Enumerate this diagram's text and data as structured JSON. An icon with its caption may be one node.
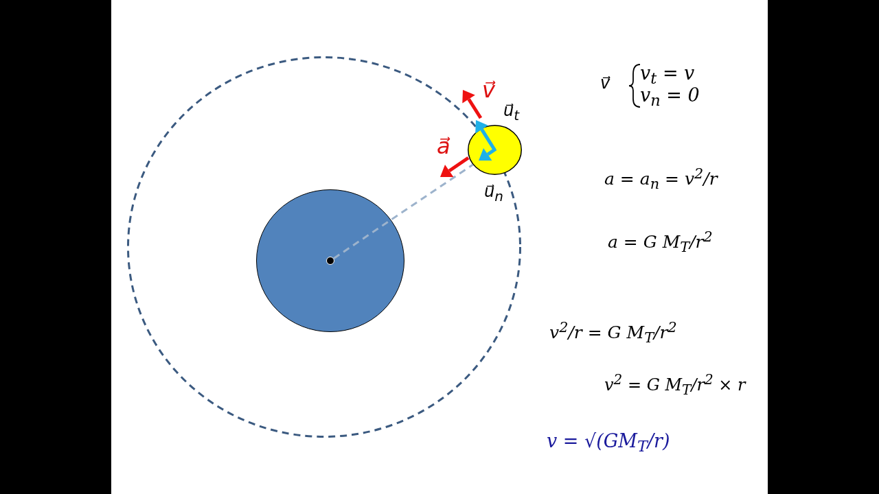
{
  "diagram": {
    "nodes": [
      {
        "text": [],
        "shape": "circle"
      },
      {
        "text": [],
        "shape": "circle",
        "in": 0
      },
      {
        "text": [],
        "shape": "circle",
        "in": 1
      },
      {
        "text": [],
        "shape": "circle"
      }
    ],
    "edges": [
      {
        "from": 2,
        "to": 3,
        "arrow": "none",
        "style": "dashed",
        "color": "#9db3cc"
      }
    ],
    "labels": [
      "v⃗",
      "u⃗$_{t}$",
      "a⃗",
      "u⃗$_{n}$",
      "v⃗",
      "v$_{t}$ = v",
      "v$_{n}$ = 0",
      "a = a$_{n}$ = v$^{2}$/r",
      "a = G M$_{T}$/r$^{2}$",
      "v$^{2}$/r = G M$_{T}$/r$^{2}$",
      "v$^{2}$ = G M$_{T}$/r$^{2}$ × r",
      "v = √(GM$_{T}$/r)"
    ]
  }
}
